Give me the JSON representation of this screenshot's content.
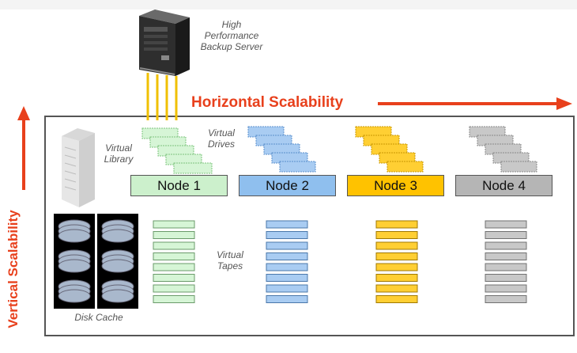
{
  "server": {
    "label_line1": "High",
    "label_line2": "Performance",
    "label_line3": "Backup Server"
  },
  "horizontal": {
    "label": "Horizontal Scalability",
    "color": "#e8401c"
  },
  "vertical": {
    "label": "Vertical Scalability",
    "color": "#e8401c"
  },
  "virtual_library": {
    "line1": "Virtual",
    "line2": "Library"
  },
  "virtual_drives": {
    "line1": "Virtual",
    "line2": "Drives"
  },
  "virtual_tapes": {
    "line1": "Virtual",
    "line2": "Tapes"
  },
  "disk_cache": {
    "label": "Disk Cache"
  },
  "nodes": [
    {
      "label": "Node 1",
      "color": "#ccf0cc"
    },
    {
      "label": "Node 2",
      "color": "#8fbfee"
    },
    {
      "label": "Node 3",
      "color": "#ffc200"
    },
    {
      "label": "Node 4",
      "color": "#b5b5b5"
    }
  ]
}
